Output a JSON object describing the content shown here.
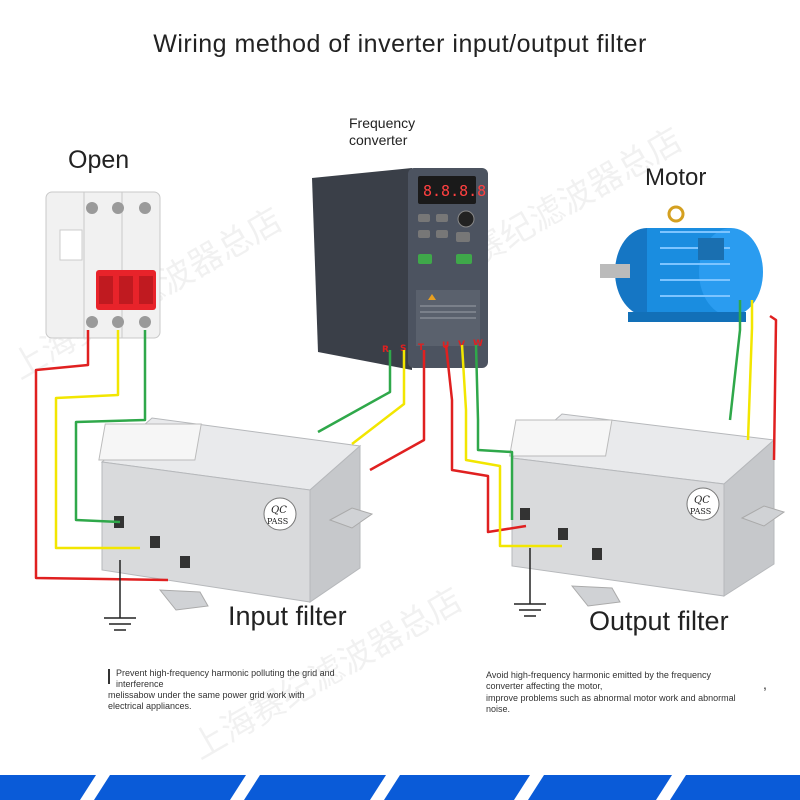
{
  "title": "Wiring method of inverter input/output filter",
  "labels": {
    "open": "Open",
    "frequency_converter_line1": "Frequency",
    "frequency_converter_line2": "converter",
    "motor": "Motor",
    "input_filter": "Input filter",
    "output_filter": "Output filter"
  },
  "notes": {
    "input_line1": "Prevent high-frequency harmonic polluting the grid and interference",
    "input_line2": "melissabow under the same power grid work with electrical appliances.",
    "output_line1": "Avoid high-frequency harmonic emitted by the frequency converter affecting the motor,",
    "output_line2": "improve problems such as abnormal motor work and abnormal noise."
  },
  "badges": {
    "qc": "QC",
    "pass": "PASS"
  },
  "terminals": {
    "input": [
      "R",
      "S",
      "T"
    ],
    "output": [
      "U",
      "V",
      "W"
    ]
  },
  "display": {
    "readout": "8.8.8.8"
  },
  "watermark": "上海赛纪滤波器总店",
  "colors": {
    "red": "#e02020",
    "yellow": "#f2e600",
    "green": "#2fa84a",
    "inverter_body": "#4c5360",
    "filter_body": "#d9dadc",
    "motor_blue": "#1a8de0",
    "band_blue": "#0a5bd8"
  }
}
